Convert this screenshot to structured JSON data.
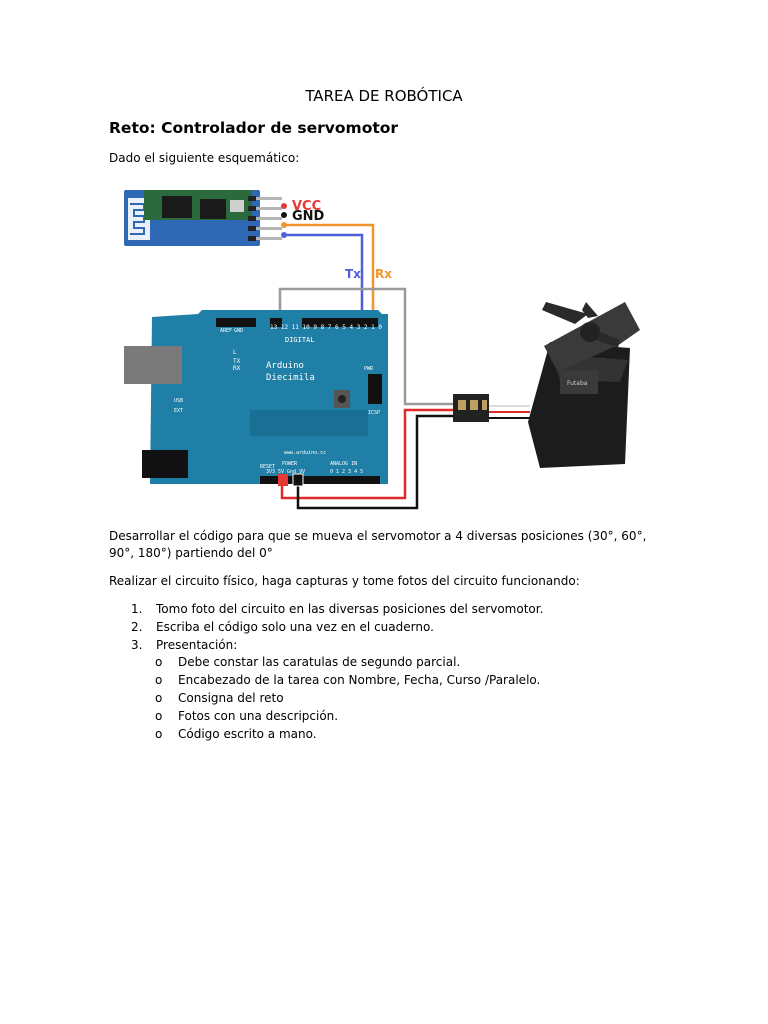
{
  "doc": {
    "title": "TAREA DE ROBÓTICA",
    "heading": "Reto: Controlador de servomotor",
    "intro": "Dado el siguiente esquemático:",
    "task": "Desarrollar el código para que se mueva el servomotor a 4 diversas posiciones (30°, 60°, 90°, 180°) partiendo del 0°",
    "instruction": "Realizar el circuito físico, haga capturas y tome fotos del circuito funcionando:",
    "steps": [
      {
        "num": "1.",
        "text": "Tomo foto del circuito en las diversas posiciones del servomotor."
      },
      {
        "num": "2.",
        "text": "Escriba el código solo una vez en el cuaderno."
      },
      {
        "num": "3.",
        "text": "Presentación:"
      }
    ],
    "bullet": "o",
    "subitems": [
      "Debe constar las caratulas de segundo parcial.",
      "Encabezado de la tarea con Nombre, Fecha, Curso /Paralelo.",
      "Consigna del reto",
      "Fotos con una descripción.",
      "Código escrito a mano."
    ]
  },
  "figure": {
    "vcc": "VCC",
    "gnd": "GND",
    "tx": "Tx",
    "rx": "Rx",
    "board_name": "Arduino",
    "board_model": "Diecimila",
    "digital": "DIGITAL",
    "aref": "AREF",
    "gnd_pin": "GND",
    "pin_numbers": "13 12 11 10 9 8   7 6 5 4 3 2 1 0",
    "led_l": "L",
    "led_tx": "TX",
    "led_rx": "RX",
    "pwr": "PWR",
    "icsp": "ICSP",
    "usb": "USB",
    "ext": "EXT",
    "reset": "RESET",
    "v33": "3V3",
    "power": "POWER",
    "power_pins": "5V Gnd 9V",
    "analog": "ANALOG IN",
    "analog_pins": "0 1 2 3 4 5",
    "website": "www.arduino.cc",
    "servo_brand": "Futaba",
    "colors": {
      "board": "#1f7fa6",
      "vcc": "#e53935",
      "gnd": "#111111",
      "tx": "#4f5fd6",
      "rx": "#f0962f",
      "wire_gray": "#9a9a9a",
      "wire_red": "#e02a2a"
    }
  }
}
